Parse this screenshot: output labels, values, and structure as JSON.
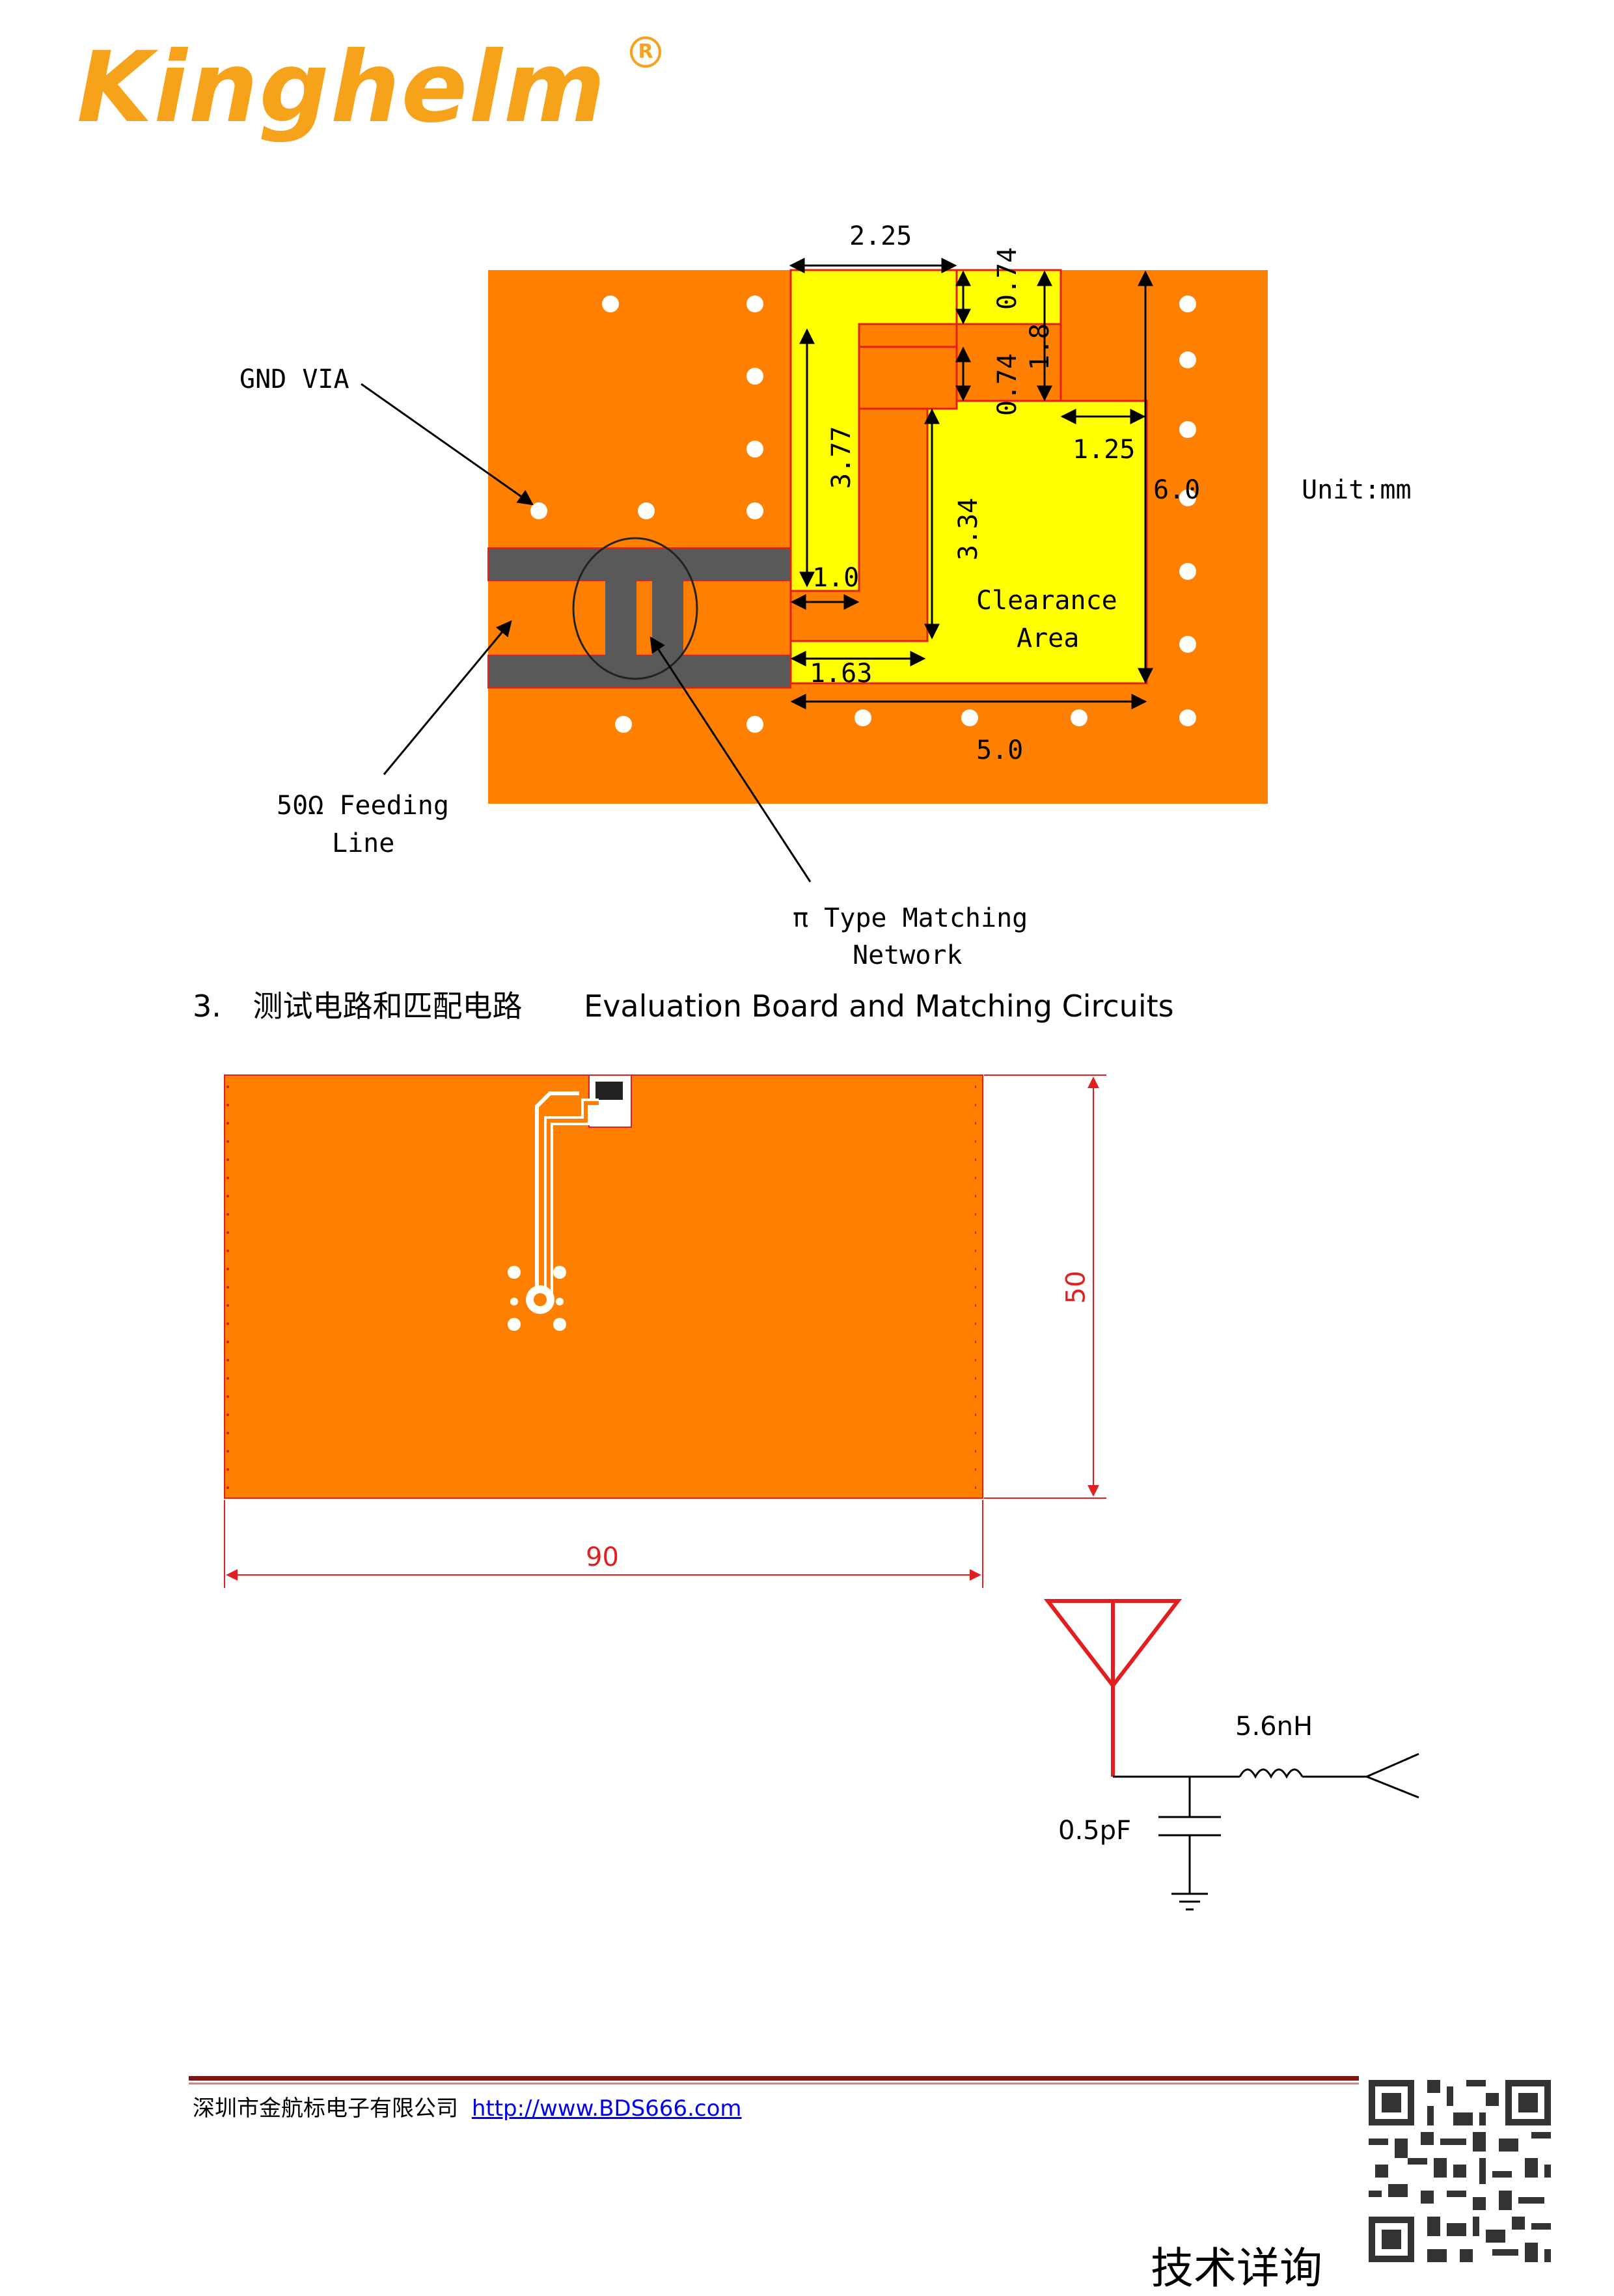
{
  "header": {
    "logo_text": "Kinghelm",
    "logo_mark": "R"
  },
  "antenna_detail": {
    "dimensions": {
      "d_2_25": "2.25",
      "d_0_74_top": "0.74",
      "d_1_8": "1.8",
      "d_0_74_bottom": "0.74",
      "d_3_77": "3.77",
      "d_1_25": "1.25",
      "d_6_0": "6.0",
      "d_3_34": "3.34",
      "d_1_0": "1.0",
      "d_1_63": "1.63",
      "d_5_0": "5.0"
    },
    "labels": {
      "gnd_via": "GND VIA",
      "unit": "Unit:mm",
      "clearance_line1": "Clearance",
      "clearance_line2": "Area",
      "feed_line1": "50Ω Feeding",
      "feed_line2": "Line",
      "matching_line1": "π Type Matching",
      "matching_line2": "Network"
    },
    "colors": {
      "copper": "#ff7f00",
      "clearance": "#ffff00",
      "trace": "#595959",
      "outline": "#e31e1e"
    }
  },
  "section": {
    "number": "3.",
    "title_cn": "测试电路和匹配电路",
    "title_en": "Evaluation Board and Matching Circuits"
  },
  "eval_board": {
    "width_label": "90",
    "height_label": "50"
  },
  "matching_circuit": {
    "inductor_label": "5.6nH",
    "capacitor_label": "0.5pF"
  },
  "footer": {
    "company": "深圳市金航标电子有限公司",
    "link": "http://www.BDS666.com",
    "inquiry": "技术详询"
  }
}
